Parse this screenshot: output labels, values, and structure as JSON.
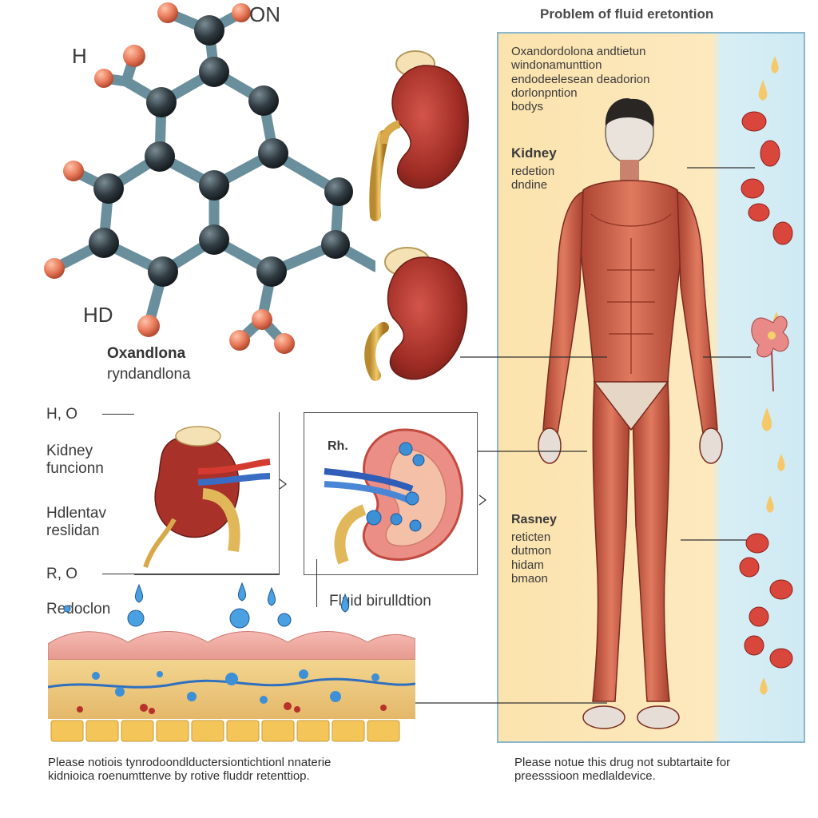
{
  "molecule": {
    "label_on": "ON",
    "label_h_top": "H",
    "label_hd": "HD",
    "name": "Oxandlona",
    "subname": "ryndandlona"
  },
  "panel": {
    "title": "Problem of fluid eretontion",
    "intro": [
      "Oxandordolona andtietun",
      "windonamunttion",
      "endodeelesean deadorion",
      "dorlonpntion",
      "bodys"
    ],
    "kidney_heading": "Kidney",
    "kidney_lines": [
      "redetion",
      "dndine"
    ],
    "lower_heading": "Rasney",
    "lower_lines": [
      "reticten",
      "dutmon",
      "hidam",
      "bmaon"
    ]
  },
  "left_labels": {
    "h2o": "H, O",
    "kidney_function": [
      "Kidney",
      "funcionn"
    ],
    "hdlentav": [
      "Hdlentav",
      "reslidan"
    ],
    "r1o": "R, O",
    "redoclon": "Redoclon",
    "rh": "Rh.",
    "fluid_buildup": "Fluid birulldtion"
  },
  "footer": {
    "left": [
      "Please notiois tynrodoondlductersiontichtionl nnaterie",
      "kidnioica roenumttenve by rotive fluddr retenttiop."
    ],
    "right": [
      "Please notue this drug  not subtartaite for",
      "preesssioon medlaldevice."
    ]
  },
  "colors": {
    "atom_carbon": "#2f3a40",
    "atom_oxygen": "#e8795a",
    "bond": "#7fa9b8",
    "kidney": "#a8322a",
    "muscle": "#c9543f",
    "water": "#3d8fd6",
    "panel_border": "#8bb8cf"
  }
}
